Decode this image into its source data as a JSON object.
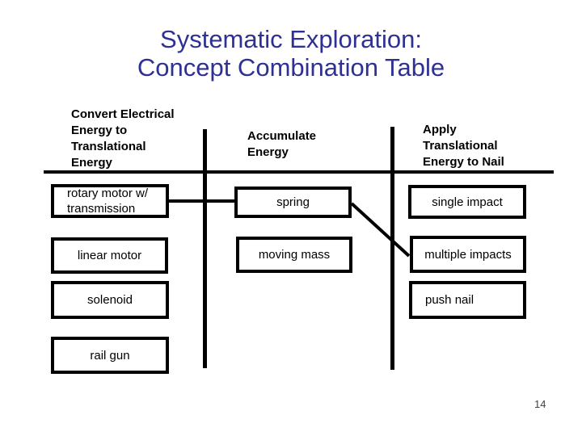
{
  "slide": {
    "title_lines": [
      "Systematic Exploration:",
      "Concept Combination Table"
    ],
    "page_number": "14"
  },
  "table": {
    "columns": [
      {
        "header": "Convert Electrical\nEnergy to\nTranslational\nEnergy",
        "items": [
          "rotary motor w/\ntransmission",
          "linear motor",
          "solenoid",
          "rail gun"
        ]
      },
      {
        "header": "Accumulate\nEnergy",
        "items": [
          "spring",
          "moving mass"
        ]
      },
      {
        "header": "Apply\nTranslational\nEnergy to Nail",
        "items": [
          "single impact",
          "multiple impacts",
          "push nail"
        ]
      }
    ]
  },
  "connections": [
    {
      "from": "rotary motor w/ transmission",
      "to": "spring",
      "style": "horizontal-line"
    },
    {
      "from": "spring",
      "to": "multiple impacts",
      "style": "diagonal-line"
    }
  ],
  "colors": {
    "title": "#2E3192",
    "text": "#000000",
    "line": "#000000",
    "background": "#FFFFFF",
    "page_number": "#404040"
  }
}
